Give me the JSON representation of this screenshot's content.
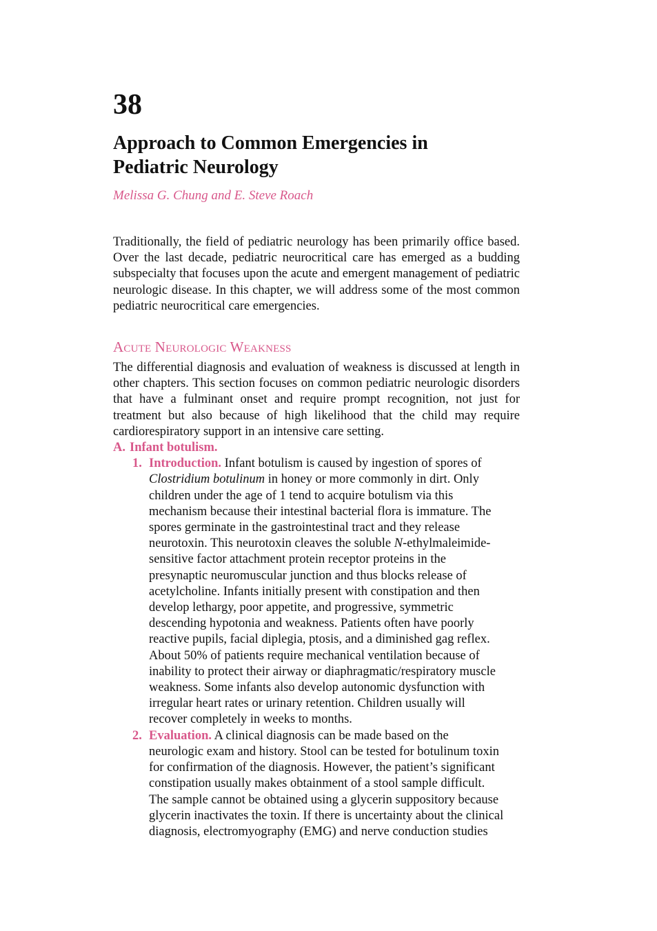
{
  "chapter": {
    "number": "38",
    "title_line1": "Approach to Common Emergencies in",
    "title_line2": "Pediatric Neurology",
    "authors": "Melissa G. Chung and E. Steve Roach"
  },
  "intro": "Traditionally, the field of pediatric neurology has been primarily office based. Over the last decade, pediatric neurocritical care has emerged as a budding subspecialty that focuses upon the acute and emergent management of pediatric neurologic disease. In this chapter, we will address some of the most common pediatric neurocritical care emergencies.",
  "section": {
    "heading": "Acute Neurologic Weakness",
    "paragraph": "The differential diagnosis and evaluation of weakness is discussed at length in other chapters. This section focuses on common pediatric neurologic disorders that have a fulminant onset and require prompt recognition, not just for treatment but also because of high likelihood that the child may require cardiorespiratory support in an intensive care setting.",
    "subsection": {
      "marker": "A.",
      "title": "Infant botulism.",
      "items": [
        {
          "num": "1.",
          "lead": "Introduction.",
          "lines": [
            " Infant botulism is caused by ingestion of spores of",
            "Clostridium botulinum|| in honey or more commonly in dirt. Only",
            "children under the age of 1 tend to acquire botulism via this",
            "mechanism because their intestinal bacterial flora is immature. The",
            "spores germinate in the gastrointestinal tract and they release",
            "neurotoxin. This neurotoxin cleaves the soluble ",
            "sensitive factor attachment protein receptor proteins in the",
            "presynaptic neuromuscular junction and thus blocks release of",
            "acetylcholine. Infants initially present with constipation and then",
            "develop lethargy, poor appetite, and progressive, symmetric",
            "descending hypotonia and weakness. Patients often have poorly",
            "reactive pupils, facial diplegia, ptosis, and a diminished gag reflex.",
            "About 50% of patients require mechanical ventilation because of",
            "inability to protect their airway or diaphragmatic/respiratory muscle",
            "weakness. Some infants also develop autonomic dysfunction with",
            "irregular heart rates or urinary retention. Children usually will",
            "recover completely in weeks to months."
          ],
          "italic_1": "Clostridium botulinum",
          "rest_1": " in honey or more commonly in dirt. Only",
          "italic_5": "N",
          "rest_5": "-ethylmaleimide-"
        },
        {
          "num": "2.",
          "lead": "Evaluation.",
          "lines": [
            " A clinical diagnosis can be made based on the",
            "neurologic exam and history. Stool can be tested for botulinum toxin",
            "for confirmation of the diagnosis. However, the patient’s significant",
            "constipation usually makes obtainment of a stool sample difficult.",
            "The sample cannot be obtained using a glycerin suppository because",
            "glycerin inactivates the toxin. If there is uncertainty about the clinical",
            "diagnosis, electromyography (EMG) and nerve conduction studies"
          ]
        }
      ]
    }
  }
}
